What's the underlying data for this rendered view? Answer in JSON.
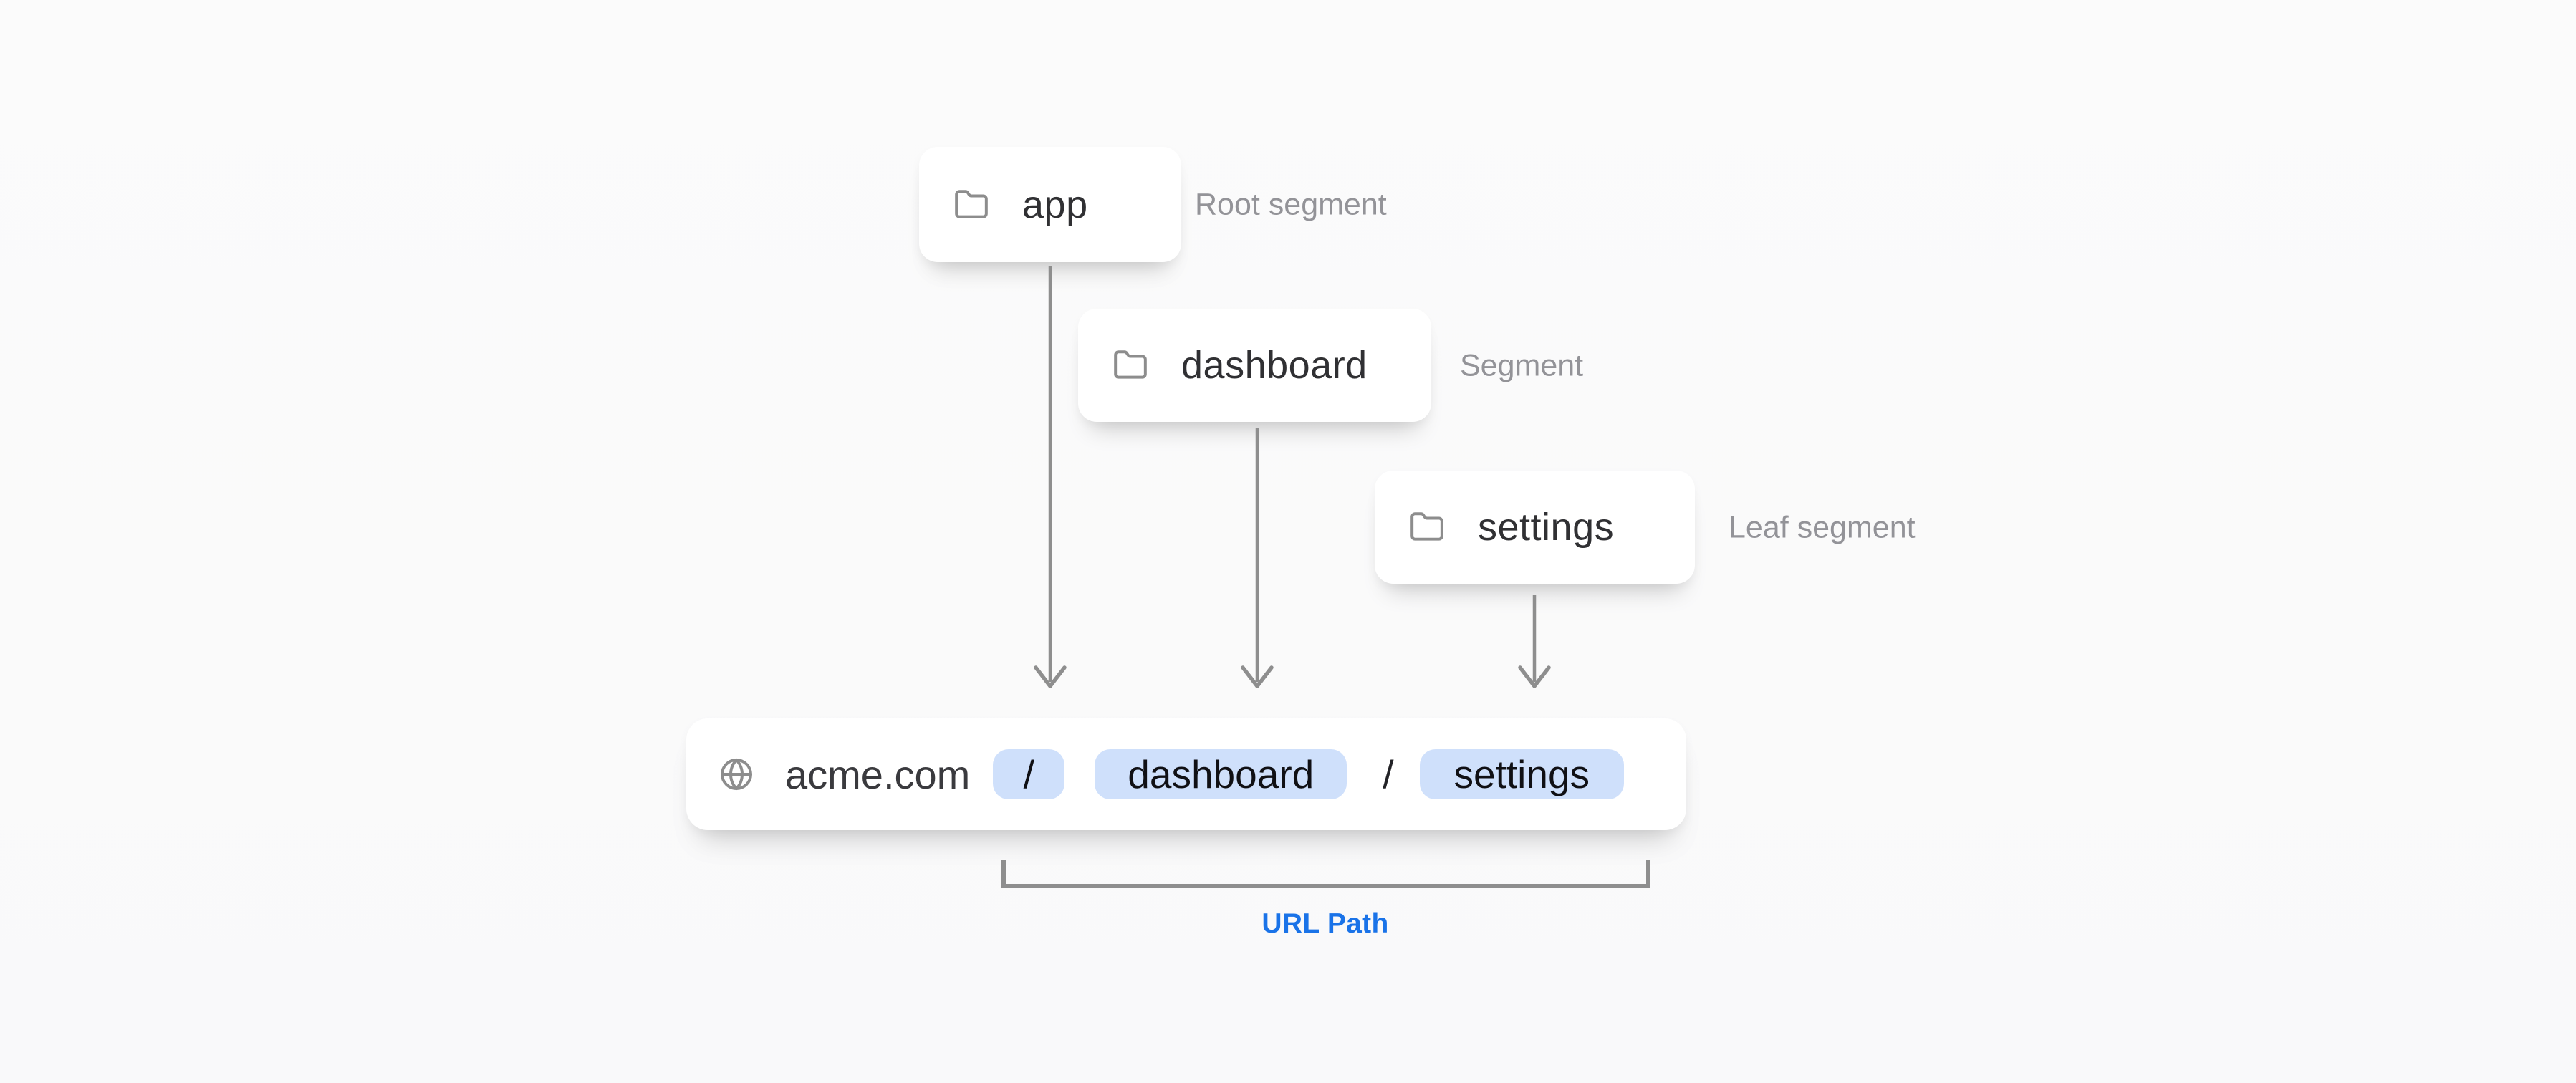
{
  "cards": [
    {
      "label": "app",
      "annotation": "Root segment"
    },
    {
      "label": "dashboard",
      "annotation": "Segment"
    },
    {
      "label": "settings",
      "annotation": "Leaf segment"
    }
  ],
  "url_bar": {
    "domain": "acme.com",
    "segments": [
      {
        "text": "/",
        "highlighted": true
      },
      {
        "text": "dashboard",
        "highlighted": true
      },
      {
        "text": "/",
        "highlighted": false
      },
      {
        "text": "settings",
        "highlighted": true
      }
    ]
  },
  "bracket": {
    "label": "URL Path"
  },
  "icons": {
    "folder": "folder-icon",
    "globe": "globe-icon",
    "arrow": "arrow-down-icon"
  },
  "colors": {
    "background": "#fafafa",
    "card_bg": "#ffffff",
    "chip_bg": "#cfe0fb",
    "accent_blue": "#1a73e8",
    "arrow_gray": "#8e8e8e",
    "annotation_gray": "#939398",
    "card_text": "#303033",
    "url_text": "#3a3a3e"
  }
}
